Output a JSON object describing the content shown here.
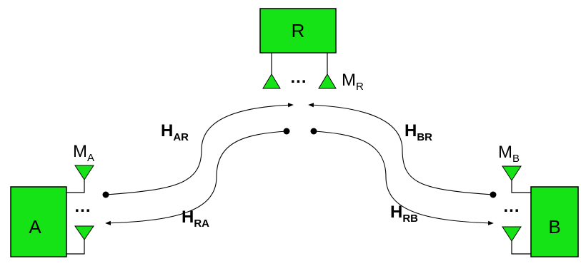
{
  "nodes": {
    "relay": {
      "label": "R"
    },
    "a": {
      "label": "A"
    },
    "b": {
      "label": "B"
    }
  },
  "antennas": {
    "relay": {
      "symbol": "M",
      "subscript": "R"
    },
    "a": {
      "symbol": "M",
      "subscript": "A"
    },
    "b": {
      "symbol": "M",
      "subscript": "B"
    },
    "ellipsis": "..."
  },
  "channels": [
    {
      "id": "ar",
      "symbol": "H",
      "subscript": "AR"
    },
    {
      "id": "br",
      "symbol": "H",
      "subscript": "BR"
    },
    {
      "id": "ra",
      "symbol": "H",
      "subscript": "RA"
    },
    {
      "id": "rb",
      "symbol": "H",
      "subscript": "RB"
    }
  ],
  "colors": {
    "node_fill": "#16e316",
    "line": "#000000"
  }
}
